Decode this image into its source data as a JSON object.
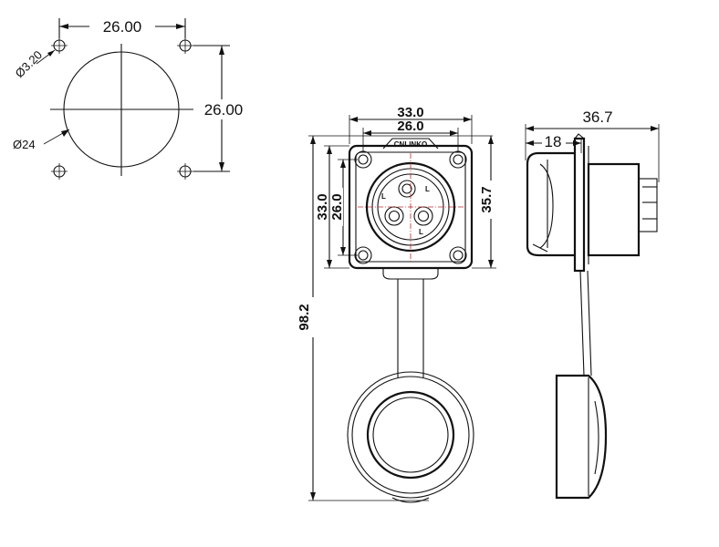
{
  "panel_cutout": {
    "hole_spacing_h": "26.00",
    "hole_spacing_v": "26.00",
    "hole_dia": "Ø3.20",
    "cutout_dia": "Ø24"
  },
  "front_view": {
    "outer_width": "33.0",
    "inner_width": "26.0",
    "outer_height": "33.0",
    "inner_height": "26.0",
    "flange_height": "35.7",
    "total_length": "98.2",
    "brand": "CNLINKO",
    "pin_labels": [
      "L",
      "L",
      "L"
    ]
  },
  "side_view": {
    "total_depth": "36.7",
    "front_depth": "18"
  },
  "colors": {
    "line": "#111111",
    "centerline": "#c0292b",
    "background": "#ffffff"
  }
}
